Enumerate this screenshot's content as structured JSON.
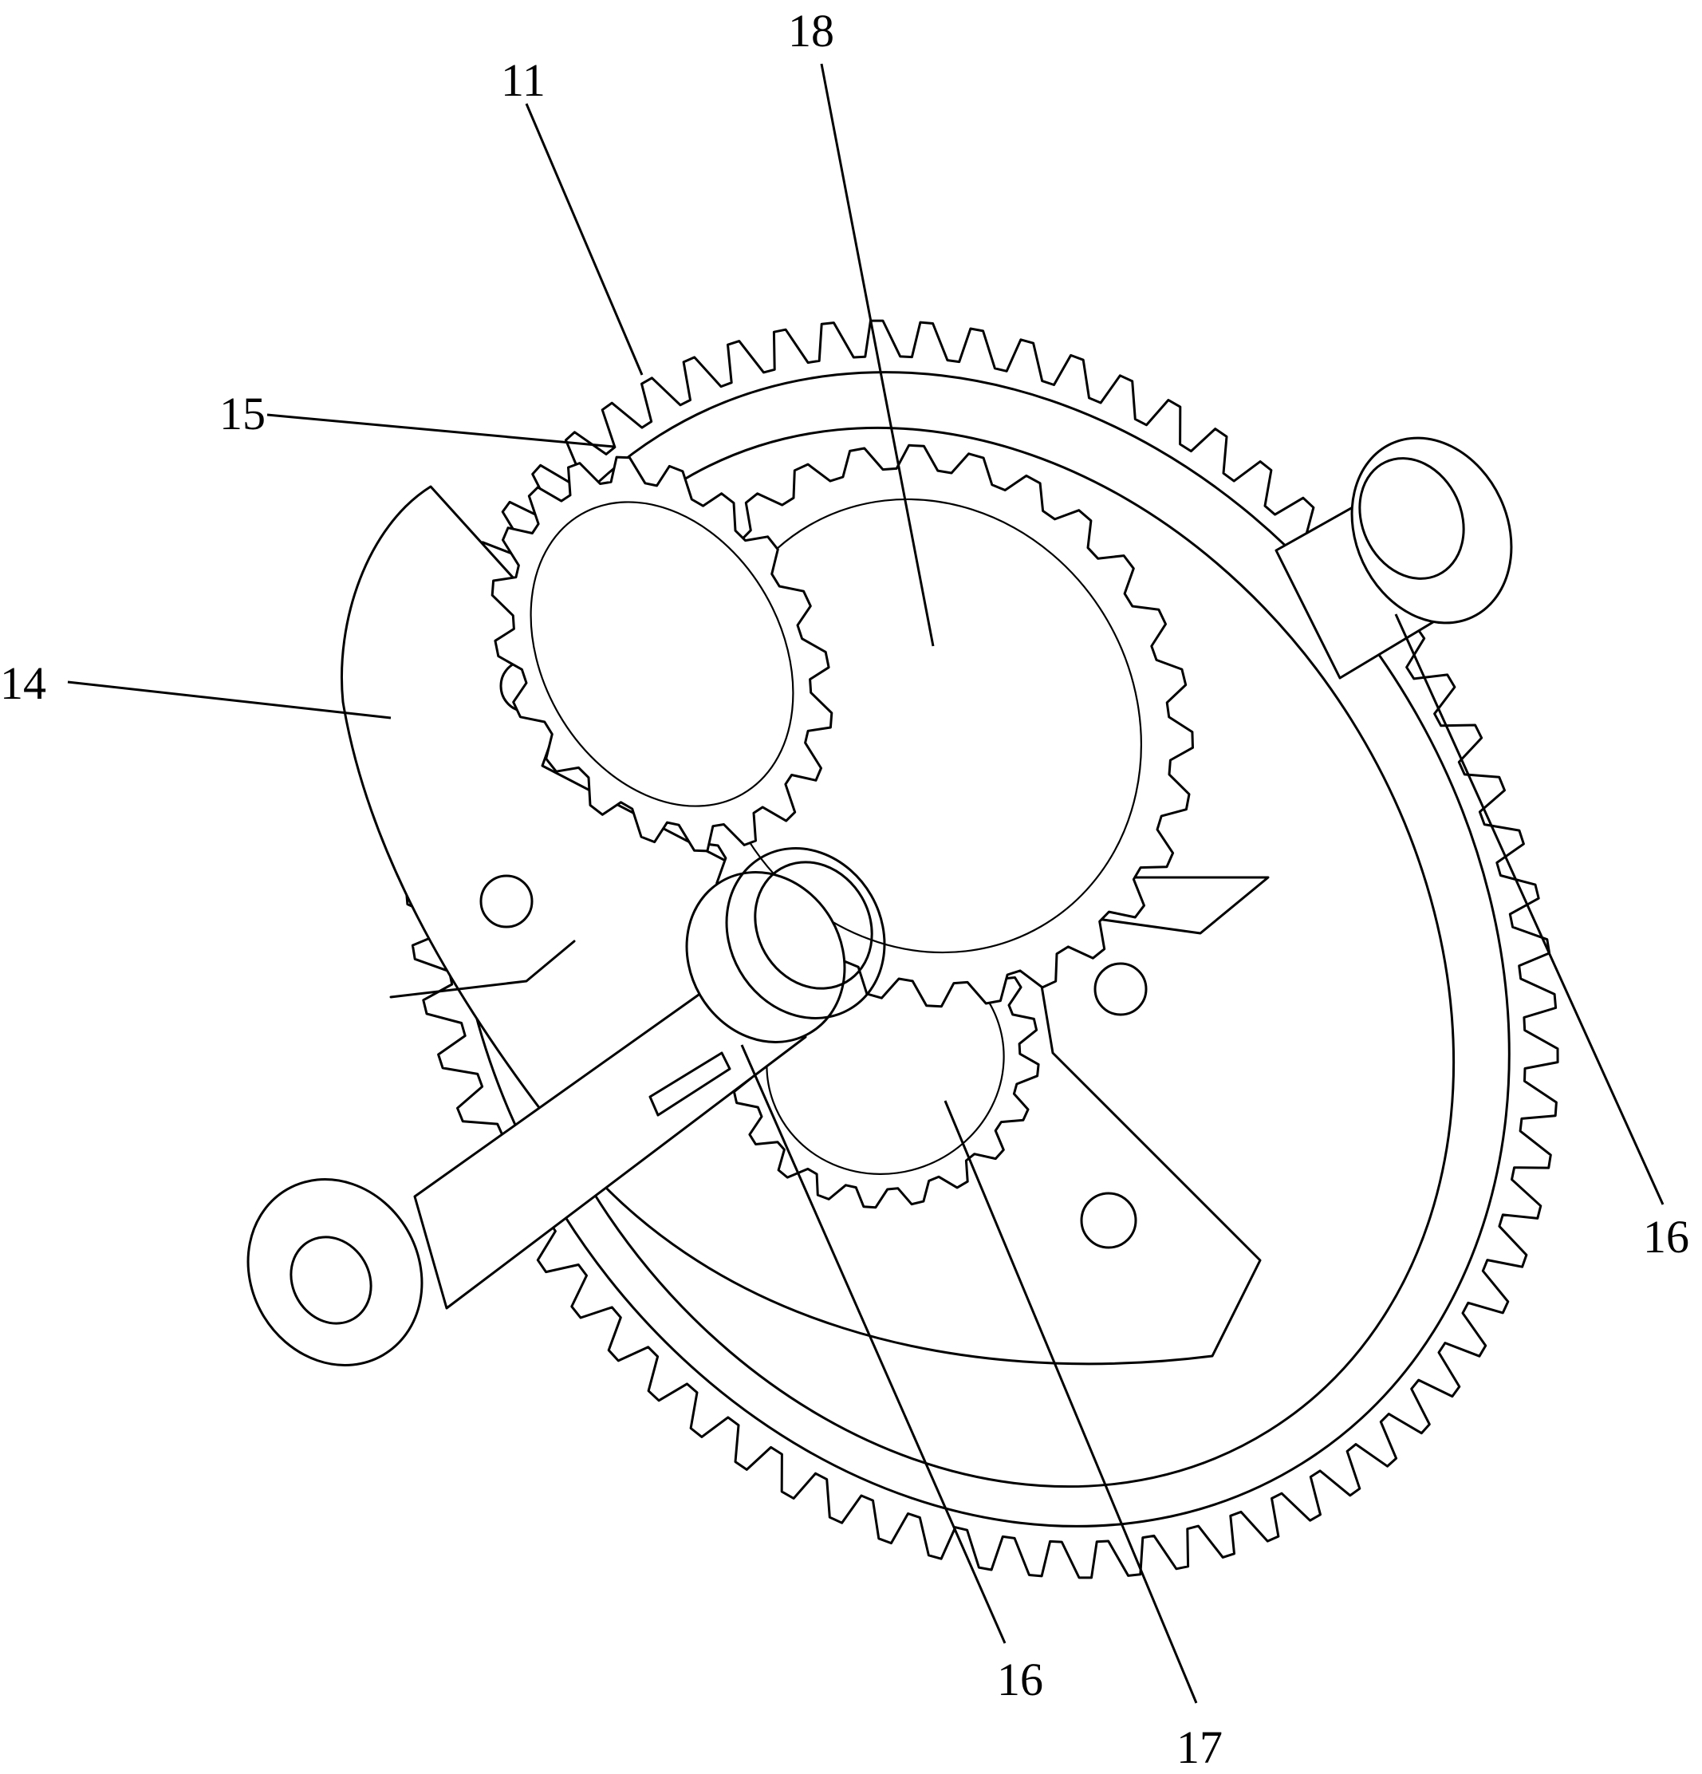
{
  "callouts": [
    {
      "id": "11",
      "text": "11"
    },
    {
      "id": "14",
      "text": "14"
    },
    {
      "id": "15",
      "text": "15"
    },
    {
      "id": "16a",
      "text": "16"
    },
    {
      "id": "16b",
      "text": "16"
    },
    {
      "id": "17",
      "text": "17"
    },
    {
      "id": "18",
      "text": "18"
    }
  ],
  "parts": {
    "ring_gear_teeth": 72,
    "planet_gear_teeth": 20,
    "sun_gear_teeth": 28
  },
  "colors": {
    "ink": "#000000",
    "background": "#ffffff"
  }
}
